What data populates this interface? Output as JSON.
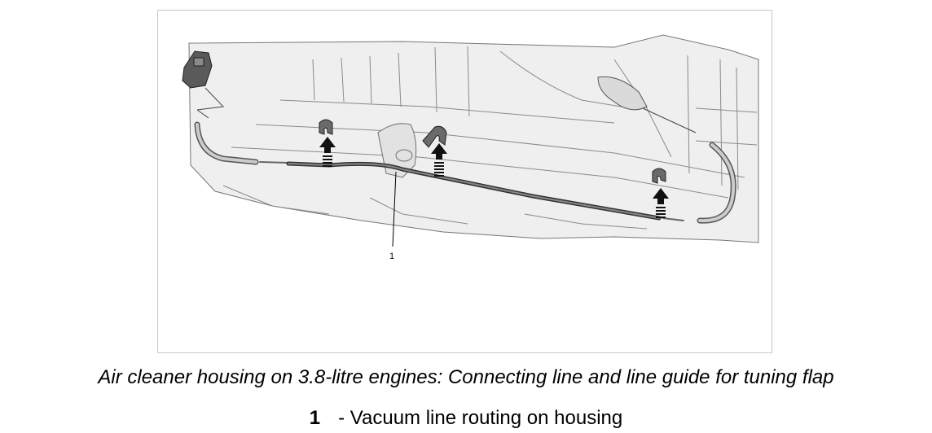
{
  "figure": {
    "callout_number": "1"
  },
  "caption": "Air cleaner housing on 3.8-litre engines: Connecting line and line guide for tuning flap",
  "legend": [
    {
      "number": "1",
      "text": "- Vacuum line routing on housing"
    }
  ]
}
